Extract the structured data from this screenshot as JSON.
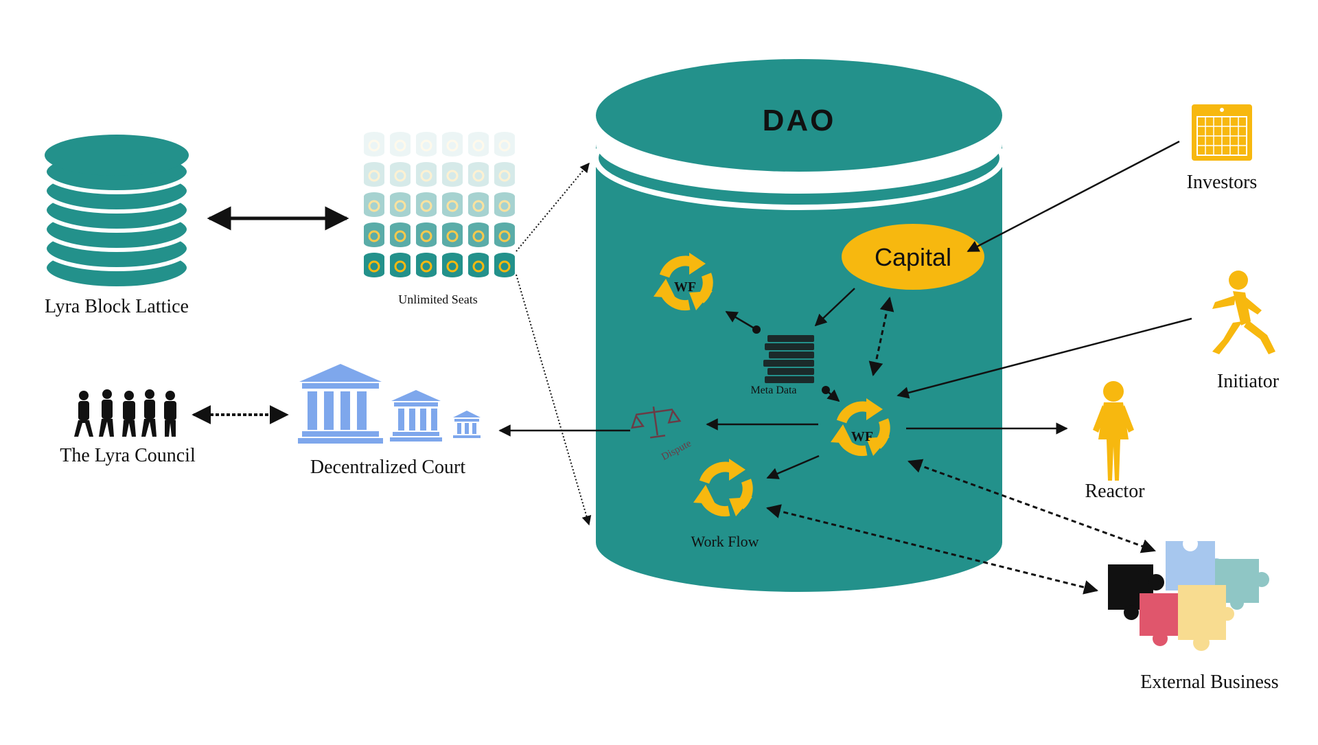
{
  "labels": {
    "dao_title": "DAO",
    "lyra_block_lattice": "Lyra Block Lattice",
    "unlimited_seats": "Unlimited Seats",
    "lyra_council": "The Lyra Council",
    "decentralized_court": "Decentralized Court",
    "capital": "Capital",
    "wf_top": "WF",
    "wf_center": "WF",
    "meta_data": "Meta Data",
    "dispute": "Dispute",
    "work_flow": "Work Flow",
    "investors": "Investors",
    "initiator": "Initiator",
    "reactor": "Reactor",
    "external_business": "External Business"
  },
  "colors": {
    "teal": "#23918b",
    "gold": "#f7b80f",
    "court_blue": "#7ea7ec",
    "puzzle_blue": "#a7c7ee",
    "puzzle_teal": "#8fc6c5",
    "puzzle_pink": "#e0566c",
    "puzzle_yellow": "#f8dc90",
    "black": "#111111"
  }
}
